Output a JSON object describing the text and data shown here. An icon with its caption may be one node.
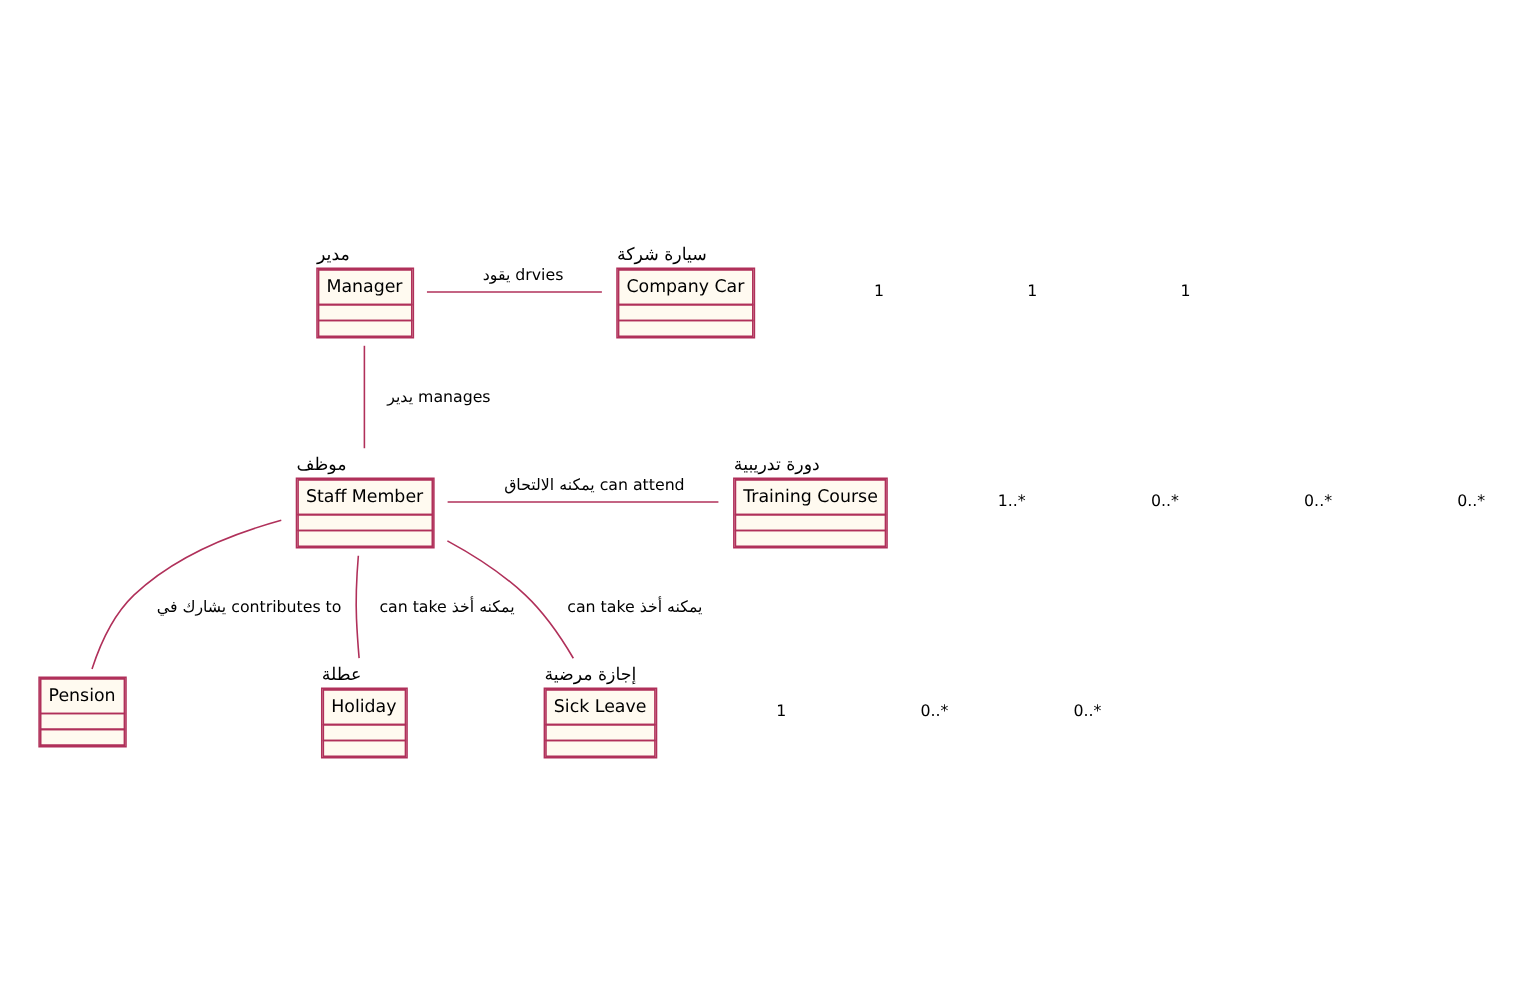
{
  "diagram": {
    "nodes": [
      {
        "text": [
          "مدير",
          "Manager"
        ]
      },
      {
        "text": [
          "سيارة شركة",
          "Company Car"
        ]
      },
      {
        "text": [
          "موظف",
          "Staff Member"
        ]
      },
      {
        "text": [
          "دورة تدريبية",
          "Training Course"
        ]
      },
      {
        "text": [
          "Pension"
        ]
      },
      {
        "text": [
          "عطلة",
          "Holiday"
        ]
      },
      {
        "text": [
          "إجازة مرضية",
          "Sick Leave"
        ]
      }
    ],
    "edges": [
      {
        "from": 0,
        "to": 1,
        "arrow": "none",
        "label": "يقود drvies"
      },
      {
        "from": 0,
        "to": 2,
        "arrow": "none",
        "label": "يدير manages"
      },
      {
        "from": 2,
        "to": 3,
        "arrow": "none",
        "label": "يمكنه الالتحاق can attend"
      },
      {
        "from": 2,
        "to": 4,
        "arrow": "none",
        "label": "يشارك في contributes to"
      },
      {
        "from": 2,
        "to": 5,
        "arrow": "none",
        "label": "can take يمكنه أخذ"
      },
      {
        "from": 2,
        "to": 6,
        "arrow": "none",
        "label": "can take يمكنه أخذ"
      }
    ],
    "labels": [
      "1",
      "1",
      "1",
      "1..*",
      "0..*",
      "0..*",
      "0..*",
      "1",
      "0..*",
      "0..*"
    ]
  }
}
